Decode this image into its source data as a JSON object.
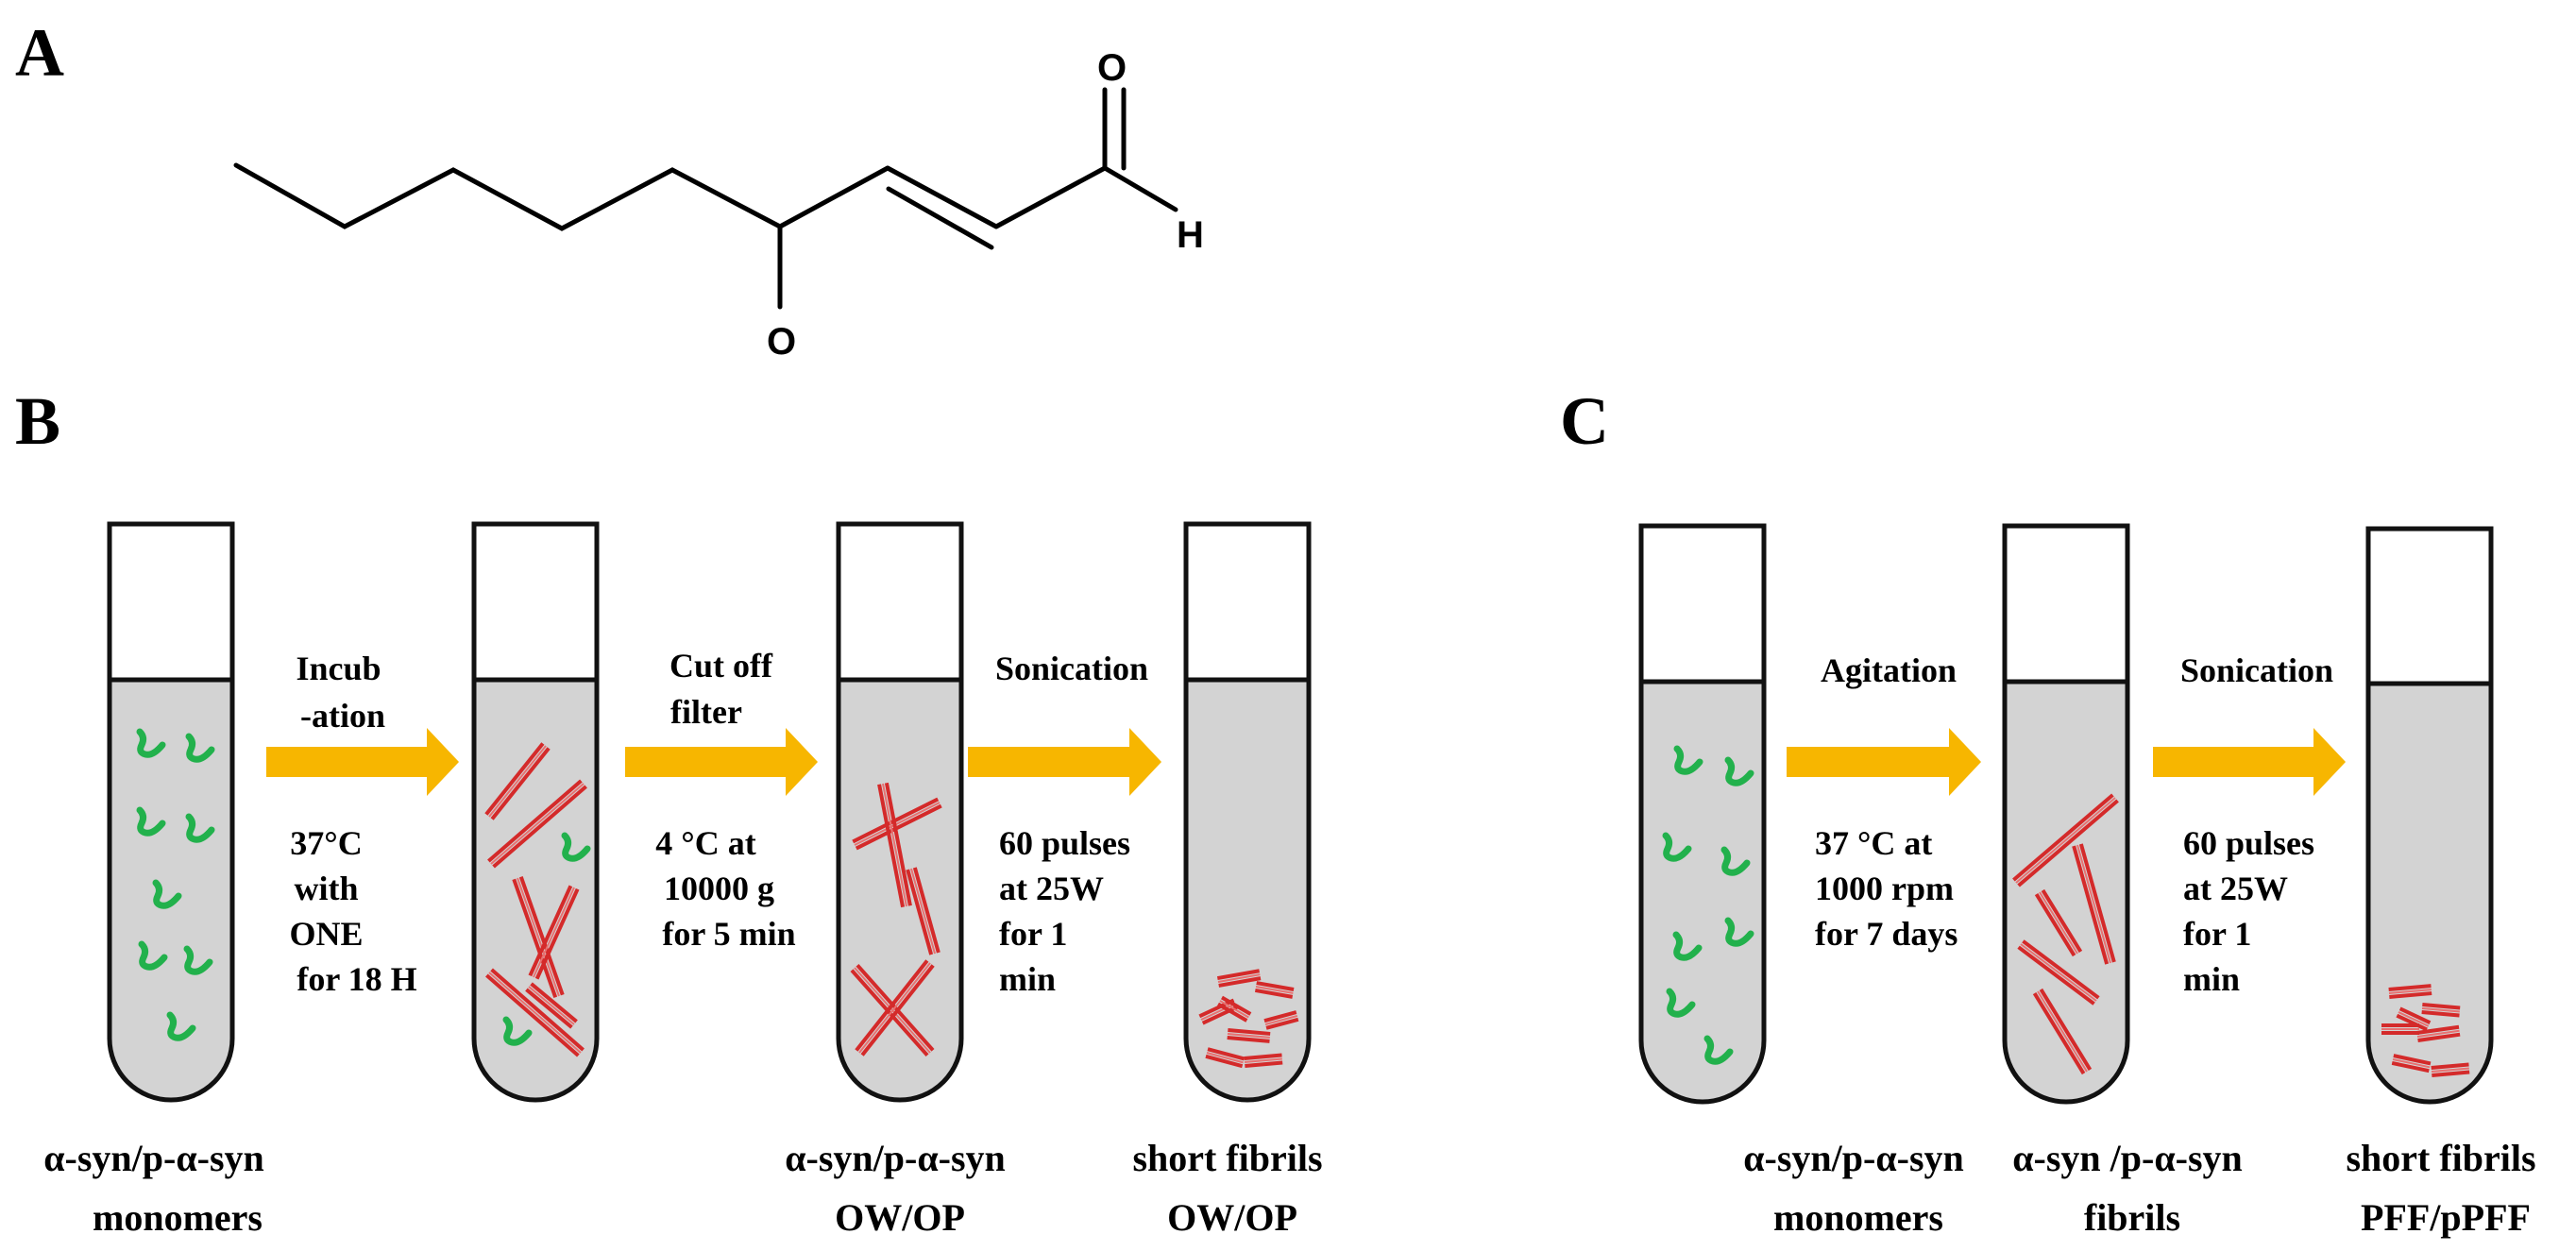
{
  "panels": {
    "a": "A",
    "b": "B",
    "c": "C"
  },
  "molecule": {
    "atoms": {
      "o_top": "O",
      "o_bottom": "O",
      "h": "H"
    }
  },
  "panel_b": {
    "steps": [
      {
        "above": [
          "Incub",
          "-ation"
        ],
        "below": [
          "37°C",
          "with",
          "ONE",
          "for 18 H"
        ]
      },
      {
        "above": [
          "Cut off",
          "filter"
        ],
        "below": [
          "4 °C at",
          "10000 g",
          "for 5 min"
        ]
      },
      {
        "above": [
          "Sonication"
        ],
        "below": [
          "60 pulses",
          "at 25W",
          "for 1",
          "min"
        ]
      }
    ],
    "captions": [
      [
        "α-syn/p-α-syn",
        "monomers"
      ],
      [],
      [
        "α-syn/p-α-syn",
        "OW/OP"
      ],
      [
        "short fibrils",
        "OW/OP"
      ]
    ]
  },
  "panel_c": {
    "steps": [
      {
        "above": [
          "Agitation"
        ],
        "below": [
          "37 °C at",
          "1000 rpm",
          "for 7 days"
        ]
      },
      {
        "above": [
          "Sonication"
        ],
        "below": [
          "60 pulses",
          "at 25W",
          "for 1",
          "min"
        ]
      }
    ],
    "captions": [
      [
        "α-syn/p-α-syn",
        "monomers"
      ],
      [
        "α-syn /p-α-syn",
        "fibrils"
      ],
      [
        "short fibrils",
        "PFF/pPFF"
      ]
    ]
  },
  "colors": {
    "tube_fill": "#d3d3d3",
    "tube_stroke": "#111111",
    "arrow": "#f7b600",
    "monomer": "#22b14c",
    "fibril": "#d42a2a"
  }
}
